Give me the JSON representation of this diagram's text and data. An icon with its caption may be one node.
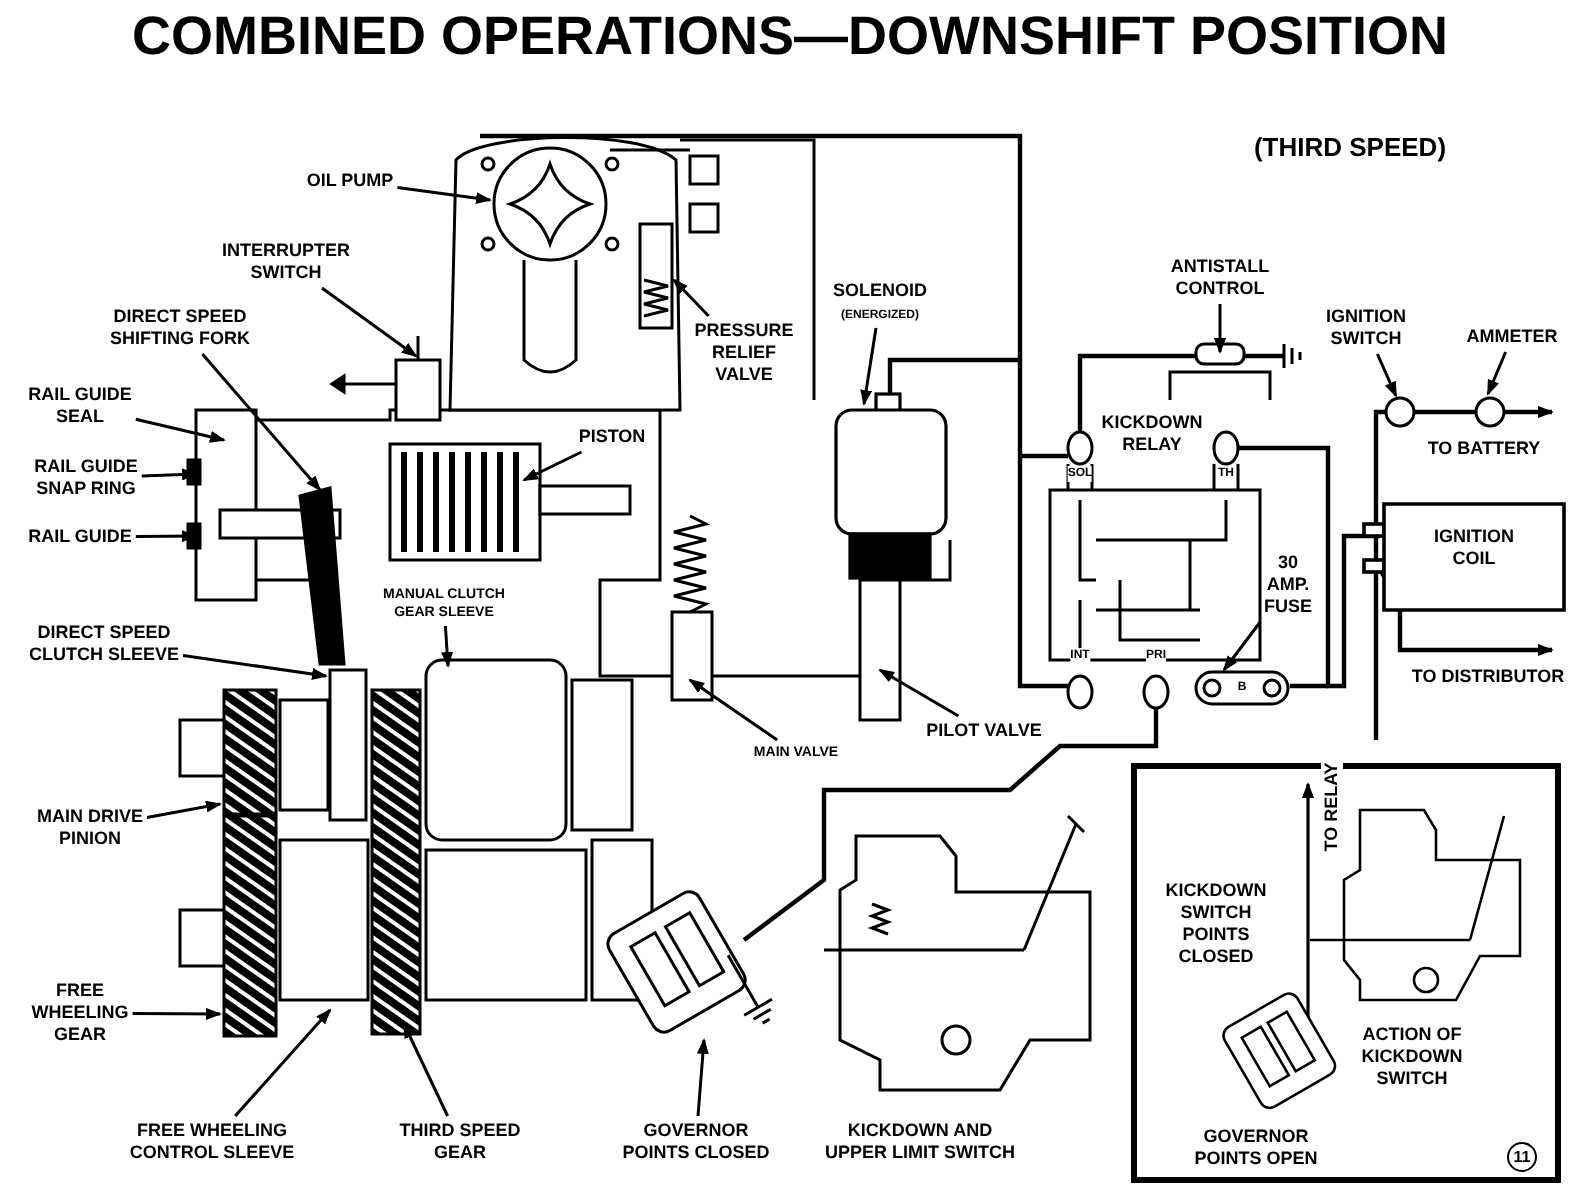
{
  "diagram": {
    "title": "COMBINED OPERATIONS—DOWNSHIFT POSITION",
    "nodes": [
      {
        "text": [
          "OIL PUMP"
        ]
      },
      {
        "text": [
          "INTERRUPTER SWITCH"
        ]
      },
      {
        "text": [
          "DIRECT SPEED SHIFTING FORK"
        ]
      },
      {
        "text": [
          "RAIL GUIDE SEAL"
        ]
      },
      {
        "text": [
          "RAIL GUIDE SNAP RING"
        ]
      },
      {
        "text": [
          "RAIL GUIDE"
        ]
      },
      {
        "text": [
          "PISTON"
        ]
      },
      {
        "text": [
          "PRESSURE RELIEF VALVE"
        ]
      },
      {
        "text": [
          "SOLENOID",
          "(ENERGIZED)"
        ]
      },
      {
        "text": [
          "ANTISTALL CONTROL"
        ]
      },
      {
        "text": [
          "IGNITION SWITCH"
        ]
      },
      {
        "text": [
          "AMMETER"
        ]
      },
      {
        "text": [
          "DIRECT SPEED CLUTCH SLEEVE"
        ]
      },
      {
        "text": [
          "MANUAL CLUTCH GEAR SLEEVE"
        ]
      },
      {
        "text": [
          "30 AMP. FUSE"
        ]
      },
      {
        "text": [
          "MAIN VALVE"
        ]
      },
      {
        "text": [
          "PILOT VALVE"
        ]
      },
      {
        "text": [
          "MAIN DRIVE PINION"
        ]
      },
      {
        "text": [
          "FREE WHEELING GEAR"
        ]
      },
      {
        "text": [
          "FREE WHEELING CONTROL SLEEVE"
        ]
      },
      {
        "text": [
          "THIRD SPEED GEAR"
        ]
      },
      {
        "text": [
          "GOVERNOR POINTS CLOSED"
        ]
      },
      {
        "text": [],
        "shape": "picture"
      },
      {
        "text": [],
        "shape": "picture"
      }
    ],
    "edges": [
      {
        "from": 0,
        "to": null,
        "arrow": "to"
      },
      {
        "from": 1,
        "to": null,
        "arrow": "to"
      },
      {
        "from": 2,
        "to": null,
        "arrow": "to"
      },
      {
        "from": 3,
        "to": null,
        "arrow": "to"
      },
      {
        "from": 4,
        "to": null,
        "arrow": "to"
      },
      {
        "from": 5,
        "to": null,
        "arrow": "to"
      },
      {
        "from": 6,
        "to": null,
        "arrow": "to"
      },
      {
        "from": 7,
        "to": null,
        "arrow": "to"
      },
      {
        "from": 8,
        "to": null,
        "arrow": "to"
      },
      {
        "from": 9,
        "to": null,
        "arrow": "to"
      },
      {
        "from": 10,
        "to": null,
        "arrow": "to"
      },
      {
        "from": 11,
        "to": null,
        "arrow": "to"
      },
      {
        "from": 12,
        "to": null,
        "arrow": "to"
      },
      {
        "from": 13,
        "to": null,
        "arrow": "to"
      },
      {
        "from": 14,
        "to": 23,
        "arrow": "to"
      },
      {
        "from": 15,
        "to": null,
        "arrow": "to"
      },
      {
        "from": 16,
        "to": null,
        "arrow": "to"
      },
      {
        "from": 17,
        "to": null,
        "arrow": "to"
      },
      {
        "from": 18,
        "to": null,
        "arrow": "to"
      },
      {
        "from": 19,
        "to": null,
        "arrow": "to"
      },
      {
        "from": 20,
        "to": null,
        "arrow": "to"
      },
      {
        "from": 21,
        "to": 22,
        "arrow": "to"
      }
    ],
    "labels": [
      "(THIRD SPEED)",
      "KICKDOWN RELAY",
      "SOL",
      "TH",
      "INT",
      "PRI",
      "B",
      "TO BATTERY",
      "IGNITION COIL",
      "TO DISTRIBUTOR",
      "KICKDOWN AND UPPER LIMIT SWITCH",
      "TO RELAY",
      "KICKDOWN SWITCH POINTS CLOSED",
      "ACTION OF KICKDOWN SWITCH",
      "GOVERNOR POINTS OPEN",
      "11"
    ]
  }
}
